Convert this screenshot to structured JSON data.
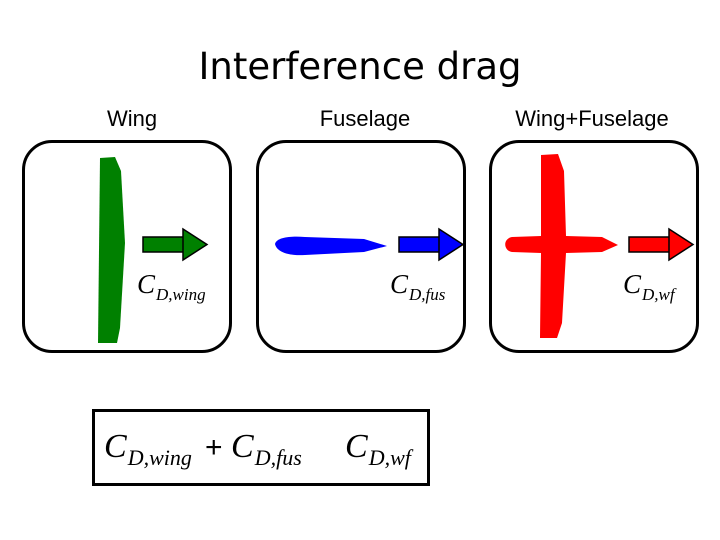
{
  "title": "Interference drag",
  "panels": [
    {
      "label": "Wing",
      "coef_base": "C",
      "coef_sub": "D,wing",
      "color": "#008000"
    },
    {
      "label": "Fuselage",
      "coef_base": "C",
      "coef_sub": "D,fus",
      "color": "#0000ff"
    },
    {
      "label": "Wing+Fuselage",
      "coef_base": "C",
      "coef_sub": "D,wf",
      "color": "#ff0000"
    }
  ],
  "formula": {
    "term1_base": "C",
    "term1_sub": "D,wing",
    "operator": "+",
    "term2_base": "C",
    "term2_sub": "D,fus",
    "term3_base": "C",
    "term3_sub": "D,wf"
  }
}
